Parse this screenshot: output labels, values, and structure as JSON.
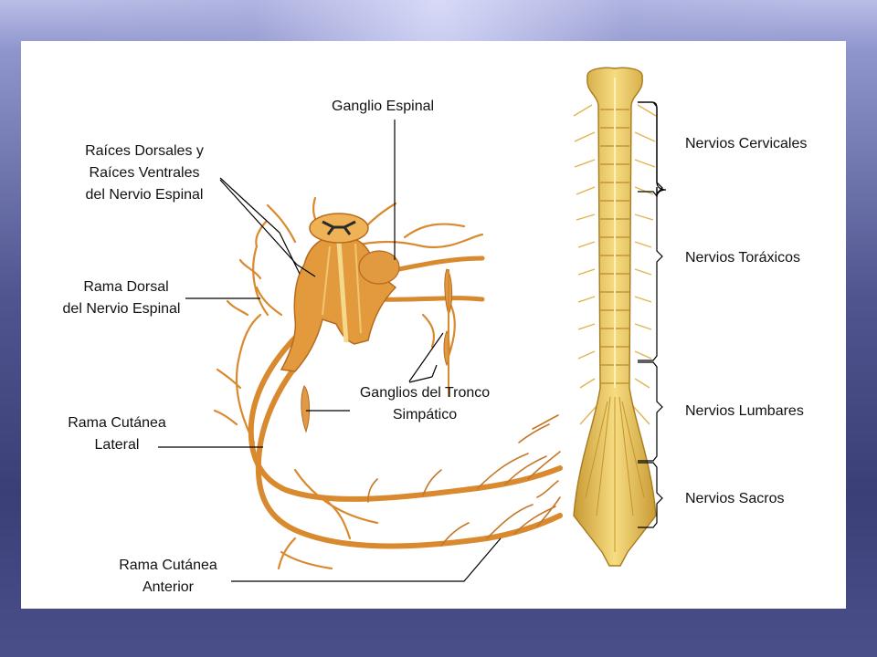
{
  "diagram": {
    "labels": {
      "ganglio_espinal": "Ganglio Espinal",
      "raices_1": "Raíces Dorsales y",
      "raices_2": "Raíces Ventrales",
      "raices_3": "del Nervio Espinal",
      "rama_dorsal_1": "Rama Dorsal",
      "rama_dorsal_2": "del Nervio Espinal",
      "ganglios_tronco_1": "Ganglios del Tronco",
      "ganglios_tronco_2": "Simpático",
      "rama_cutanea_lateral_1": "Rama Cutánea",
      "rama_cutanea_lateral_2": "Lateral",
      "rama_cutanea_anterior_1": "Rama Cutánea",
      "rama_cutanea_anterior_2": "Anterior",
      "nervios_cervicales": "Nervios Cervicales",
      "nervios_toraxicos": "Nervios Toráxicos",
      "nervios_lumbares": "Nervios Lumbares",
      "nervios_sacros": "Nervios Sacros"
    },
    "colors": {
      "nerve": "#d9892e",
      "nerve_dark": "#a8621c",
      "cord": "#e8a33a",
      "cord_light": "#f5d98a",
      "spine": "#e9c35c",
      "leader": "#000000"
    }
  }
}
